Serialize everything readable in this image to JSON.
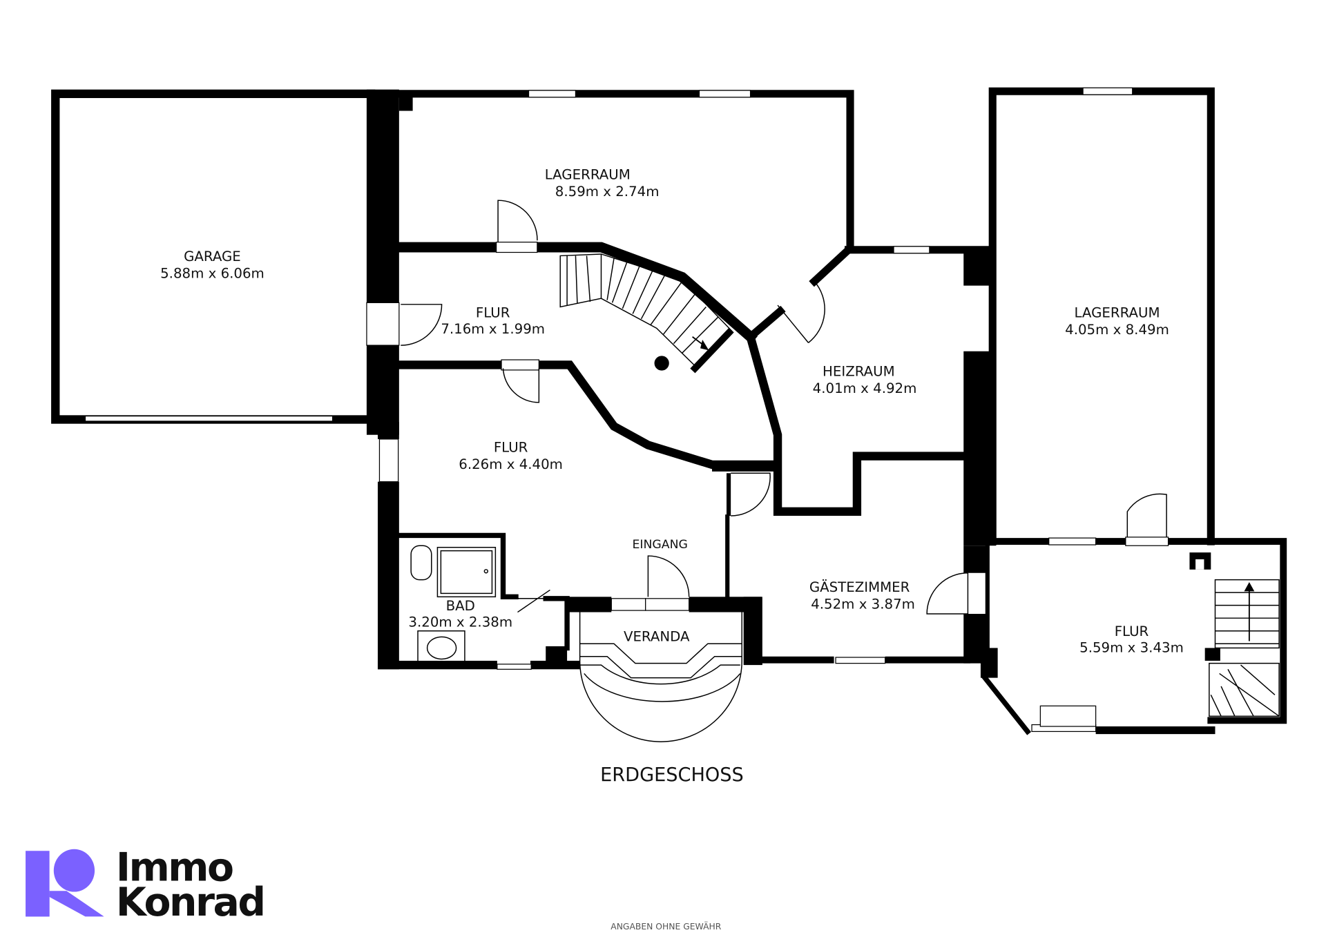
{
  "floor_title": "ERDGESCHOSS",
  "disclaimer": "ANGABEN OHNE GEWÄHR",
  "logo": {
    "line1": "Immo",
    "line2": "Konrad",
    "accent_color": "#7B61FF"
  },
  "rooms": {
    "garage": {
      "name": "GARAGE",
      "size": "5.88m x 6.06m"
    },
    "lager_top": {
      "name": "LAGERRAUM",
      "size": "8.59m x 2.74m"
    },
    "lager_right": {
      "name": "LAGERRAUM",
      "size": "4.05m x 8.49m"
    },
    "flur_upper": {
      "name": "FLUR",
      "size": "7.16m x 1.99m"
    },
    "heizraum": {
      "name": "HEIZRAUM",
      "size": "4.01m x 4.92m"
    },
    "flur_main": {
      "name": "FLUR",
      "size": "6.26m x 4.40m"
    },
    "eingang": {
      "name": "EINGANG"
    },
    "bad": {
      "name": "BAD",
      "size": "3.20m x 2.38m"
    },
    "veranda": {
      "name": "VERANDA"
    },
    "gaestezimmer": {
      "name": "GÄSTEZIMMER",
      "size": "4.52m x 3.87m"
    },
    "flur_right": {
      "name": "FLUR",
      "size": "5.59m x 3.43m"
    }
  }
}
